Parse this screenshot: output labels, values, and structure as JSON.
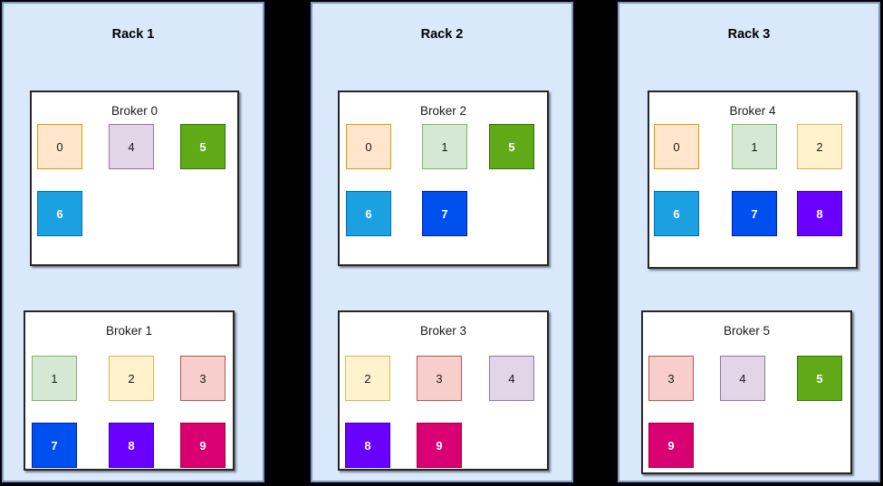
{
  "canvas": {
    "background": "#000000",
    "rack_fill": "#dae8fc",
    "rack_border": "#7b97cb",
    "broker_fill": "#ffffff",
    "broker_border": "#262626"
  },
  "partition_styles": {
    "0": {
      "fill": "#ffe6cc",
      "border": "#d79b00",
      "text": "#1a1a1a"
    },
    "1": {
      "fill": "#d5e8d4",
      "border": "#82b366",
      "text": "#1a1a1a"
    },
    "2": {
      "fill": "#fff2cc",
      "border": "#d6b656",
      "text": "#1a1a1a"
    },
    "3": {
      "fill": "#f8cecc",
      "border": "#b85450",
      "text": "#1a1a1a"
    },
    "4": {
      "fill": "#e1d5e7",
      "border": "#9673a6",
      "text": "#1a1a1a"
    },
    "5": {
      "fill": "#60a917",
      "border": "#2d7600",
      "text": "#ffffff"
    },
    "6": {
      "fill": "#1ba1e2",
      "border": "#006eaf",
      "text": "#ffffff"
    },
    "7": {
      "fill": "#0050ef",
      "border": "#001dbc",
      "text": "#ffffff"
    },
    "8": {
      "fill": "#6a00ff",
      "border": "#3700cc",
      "text": "#ffffff"
    },
    "9": {
      "fill": "#d80073",
      "border": "#a50040",
      "text": "#ffffff"
    }
  },
  "racks": [
    {
      "label": "Rack 1",
      "brokers": [
        {
          "label": "Broker 0",
          "slot": "top",
          "partitions": [
            {
              "label": "0",
              "row": 0,
              "col": 0
            },
            {
              "label": "4",
              "row": 0,
              "col": 1
            },
            {
              "label": "5",
              "row": 0,
              "col": 2
            },
            {
              "label": "6",
              "row": 1,
              "col": 0
            }
          ]
        },
        {
          "label": "Broker 1",
          "slot": "bottom",
          "partitions": [
            {
              "label": "1",
              "row": 0,
              "col": 0
            },
            {
              "label": "2",
              "row": 0,
              "col": 1
            },
            {
              "label": "3",
              "row": 0,
              "col": 2
            },
            {
              "label": "7",
              "row": 1,
              "col": 0
            },
            {
              "label": "8",
              "row": 1,
              "col": 1
            },
            {
              "label": "9",
              "row": 1,
              "col": 2
            }
          ]
        }
      ]
    },
    {
      "label": "Rack 2",
      "brokers": [
        {
          "label": "Broker 2",
          "slot": "top",
          "partitions": [
            {
              "label": "0",
              "row": 0,
              "col": 0
            },
            {
              "label": "1",
              "row": 0,
              "col": 1
            },
            {
              "label": "5",
              "row": 0,
              "col": 2
            },
            {
              "label": "6",
              "row": 1,
              "col": 0
            },
            {
              "label": "7",
              "row": 1,
              "col": 1
            }
          ]
        },
        {
          "label": "Broker 3",
          "slot": "bottom",
          "partitions": [
            {
              "label": "2",
              "row": 0,
              "col": 0
            },
            {
              "label": "3",
              "row": 0,
              "col": 1
            },
            {
              "label": "4",
              "row": 0,
              "col": 2
            },
            {
              "label": "8",
              "row": 1,
              "col": 0
            },
            {
              "label": "9",
              "row": 1,
              "col": 1
            }
          ]
        }
      ]
    },
    {
      "label": "Rack 3",
      "brokers": [
        {
          "label": "Broker 4",
          "slot": "top",
          "partitions": [
            {
              "label": "0",
              "row": 0,
              "col": 0
            },
            {
              "label": "1",
              "row": 0,
              "col": 1
            },
            {
              "label": "2",
              "row": 0,
              "col": 2
            },
            {
              "label": "6",
              "row": 1,
              "col": 0
            },
            {
              "label": "7",
              "row": 1,
              "col": 1
            },
            {
              "label": "8",
              "row": 1,
              "col": 2
            }
          ]
        },
        {
          "label": "Broker 5",
          "slot": "bottom",
          "partitions": [
            {
              "label": "3",
              "row": 0,
              "col": 0
            },
            {
              "label": "4",
              "row": 0,
              "col": 1
            },
            {
              "label": "5",
              "row": 0,
              "col": 2
            },
            {
              "label": "9",
              "row": 1,
              "col": 0
            }
          ]
        }
      ]
    }
  ]
}
